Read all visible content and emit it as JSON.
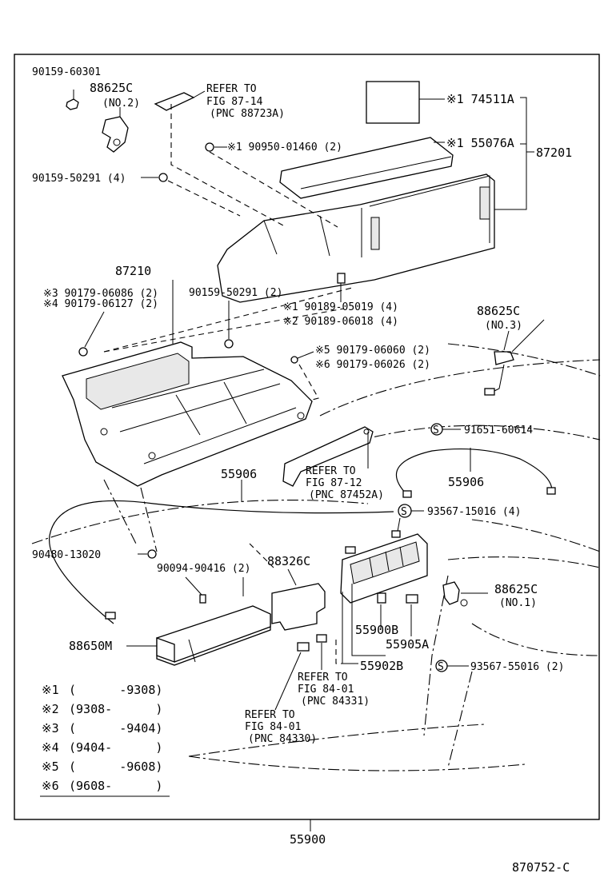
{
  "diagram": {
    "labels": {
      "p90159_60301": "90159-60301",
      "p88625c_no2": "88625C",
      "no2": "(NO.2)",
      "refer_87_14_a": "REFER TO",
      "refer_87_14_b": "FIG 87-14",
      "refer_87_14_c": "(PNC 88723A)",
      "p74511a": "※1 74511A",
      "p90950": "※1 90950-01460 (2)",
      "p55076a": "※1 55076A",
      "p87201": "87201",
      "p90159_50291_4": "90159-50291 (4)",
      "p87210": "87210",
      "p90179_06086": "※3 90179-06086 (2)",
      "p90179_06127": "※4 90179-06127 (2)",
      "p90159_50291_2": "90159-50291 (2)",
      "p90189_05019": "※1 90189-05019 (4)",
      "p90189_06018": "※2 90189-06018 (4)",
      "p88625c_no3": "88625C",
      "no3": "(NO.3)",
      "p90179_06060": "※5 90179-06060 (2)",
      "p90179_06026": "※6 90179-06026 (2)",
      "p91651": "91651-60614",
      "refer_87_12_a": "REFER TO",
      "refer_87_12_b": "FIG 87-12",
      "refer_87_12_c": "(PNC 87452A)",
      "p55906_left": "55906",
      "p55906_right": "55906",
      "p93567_15016": "93567-15016 (4)",
      "p90480": "90480-13020",
      "p90094": "90094-90416 (2)",
      "p88326c": "88326C",
      "p88625c_no1": "88625C",
      "no1": "(NO.1)",
      "p88650m": "88650M",
      "p55900b": "55900B",
      "p55905a": "55905A",
      "p55902b": "55902B",
      "p93567_55016": "93567-55016 (2)",
      "refer_84_01_a1": "REFER TO",
      "refer_84_01_b1": "FIG 84-01",
      "refer_84_01_c1": "(PNC 84331)",
      "refer_84_01_a2": "REFER TO",
      "refer_84_01_b2": "FIG 84-01",
      "refer_84_01_c2": "(PNC 84330)",
      "p55900": "55900",
      "drawing_no": "870752-C"
    },
    "circle_marker": "S",
    "legend": [
      {
        "mark": "※1",
        "range": "(      -9308)"
      },
      {
        "mark": "※2",
        "range": "(9308-      )"
      },
      {
        "mark": "※3",
        "range": "(      -9404)"
      },
      {
        "mark": "※4",
        "range": "(9404-      )"
      },
      {
        "mark": "※5",
        "range": "(      -9608)"
      },
      {
        "mark": "※6",
        "range": "(9608-      )"
      }
    ]
  }
}
